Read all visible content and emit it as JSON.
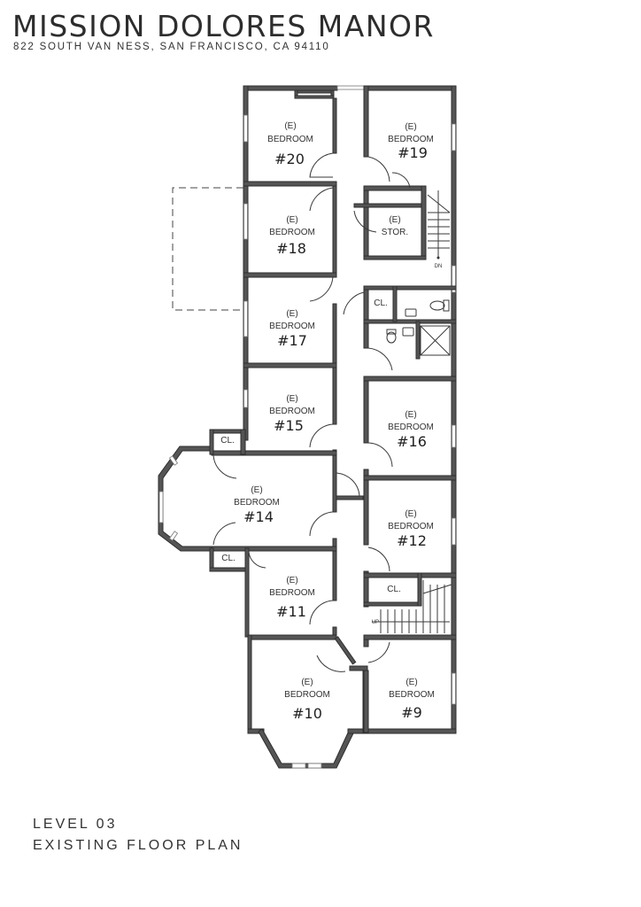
{
  "header": {
    "title": "MISSION DOLORES MANOR",
    "address": "822 SOUTH VAN NESS, SAN FRANCISCO, CA 94110"
  },
  "footer": {
    "level": "LEVEL 03",
    "plan_name": "EXISTING FLOOR PLAN"
  },
  "rooms": {
    "b20": {
      "tag": "(E)",
      "type": "BEDROOM",
      "number": "#20"
    },
    "b19": {
      "tag": "(E)",
      "type": "BEDROOM",
      "number": "#19"
    },
    "b18": {
      "tag": "(E)",
      "type": "BEDROOM",
      "number": "#18"
    },
    "stor": {
      "tag": "(E)",
      "type": "STOR."
    },
    "b17": {
      "tag": "(E)",
      "type": "BEDROOM",
      "number": "#17"
    },
    "b15": {
      "tag": "(E)",
      "type": "BEDROOM",
      "number": "#15"
    },
    "b16": {
      "tag": "(E)",
      "type": "BEDROOM",
      "number": "#16"
    },
    "b14": {
      "tag": "(E)",
      "type": "BEDROOM",
      "number": "#14"
    },
    "b12": {
      "tag": "(E)",
      "type": "BEDROOM",
      "number": "#12"
    },
    "b11": {
      "tag": "(E)",
      "type": "BEDROOM",
      "number": "#11"
    },
    "b10": {
      "tag": "(E)",
      "type": "BEDROOM",
      "number": "#10"
    },
    "b9": {
      "tag": "(E)",
      "type": "BEDROOM",
      "number": "#9"
    }
  },
  "closets": {
    "cl_bath": "CL.",
    "cl_14_top": "CL.",
    "cl_14_bottom": "CL.",
    "cl_12": "CL."
  },
  "stairs": {
    "upper_dn": "DN",
    "lower_up": "UP"
  }
}
